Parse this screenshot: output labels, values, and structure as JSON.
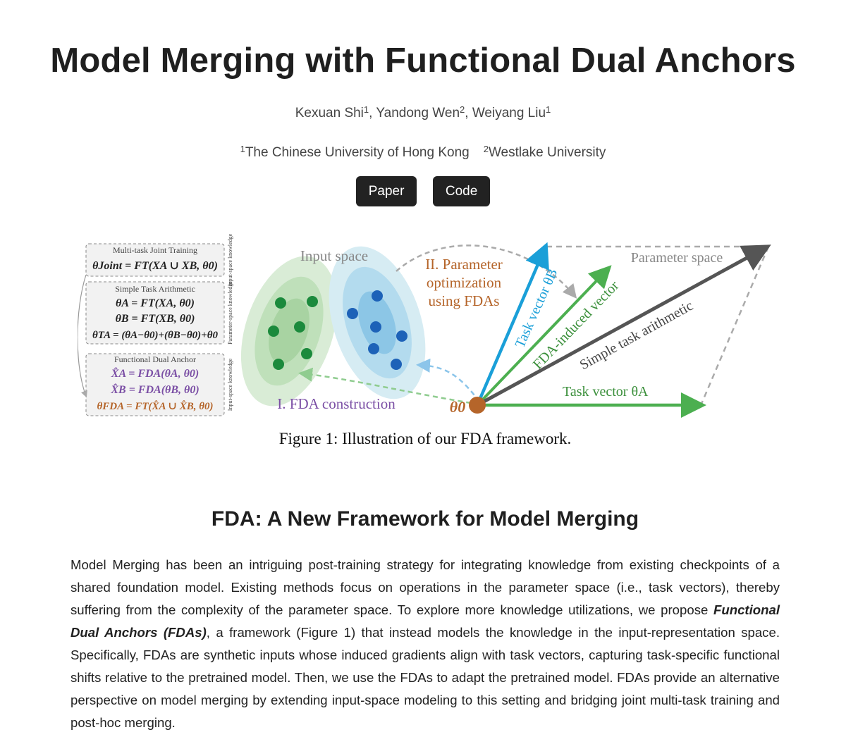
{
  "header": {
    "title": "Model Merging with Functional Dual Anchors",
    "authors": [
      {
        "name": "Kexuan Shi",
        "aff": "1"
      },
      {
        "name": "Yandong Wen",
        "aff": "2"
      },
      {
        "name": "Weiyang Liu",
        "aff": "1"
      }
    ],
    "affiliations": [
      {
        "num": "1",
        "name": "The Chinese University of Hong Kong"
      },
      {
        "num": "2",
        "name": "Westlake University"
      }
    ],
    "buttons": {
      "paper": "Paper",
      "code": "Code"
    }
  },
  "figure": {
    "caption": "Figure 1: Illustration of our FDA framework.",
    "boxes": {
      "joint": {
        "title": "Multi-task Joint Training",
        "side": "Input-space knowledge",
        "eq": "θJoint = FT(XA ∪ XB, θ0)"
      },
      "task_arith": {
        "title": "Simple Task Arithmetic",
        "side": "Parameter-space knowledge",
        "eq1": "θA = FT(XA, θ0)",
        "eq2": "θB = FT(XB, θ0)",
        "eq3": "θTA = (θA−θ0)+(θB−θ0)+θ0"
      },
      "fda": {
        "title": "Functional Dual Anchor",
        "side": "Input-space knowledge",
        "eq1": "X̂A = FDA(θA, θ0)",
        "eq2": "X̂B = FDA(θB, θ0)",
        "eq3": "θFDA = FT(X̂A ∪ X̂B, θ0)"
      }
    },
    "labels": {
      "input_space": "Input space",
      "param_opt_1": "II. Parameter",
      "param_opt_2": "optimization",
      "param_opt_3": "using FDAs",
      "fda_construction": "I. FDA construction",
      "theta0": "θ0",
      "task_vector_b": "Task vector θB",
      "fda_induced": "FDA-induced vector",
      "simple_ta": "Simple task arithmetic",
      "parameter_space": "Parameter space",
      "task_vector_a": "Task vector θA"
    },
    "colors": {
      "green": "#4caf50",
      "blue": "#1a9fd8",
      "gray": "#555555",
      "brown": "#b5652a",
      "purple": "#7b4fa5"
    }
  },
  "section": {
    "title": "FDA: A New Framework for Model Merging",
    "p1": "Model Merging has been an intriguing post-training strategy for integrating knowledge from existing checkpoints of a shared foundation model. Existing methods focus on operations in the parameter space (i.e., task vectors), thereby suffering from the complexity of the parameter space. To explore more knowledge utilizations, we propose ",
    "emph": "Functional Dual Anchors (FDAs)",
    "p2": ", a framework (Figure 1) that instead models the knowledge in the input-representation space. Specifically, FDAs are synthetic inputs whose induced gradients align with task vectors, capturing task-specific functional shifts relative to the pretrained model. Then, we use the FDAs to adapt the pretrained model. FDAs provide an alternative perspective on model merging by extending input-space modeling to this setting and bridging joint multi-task training and post-hoc merging."
  }
}
